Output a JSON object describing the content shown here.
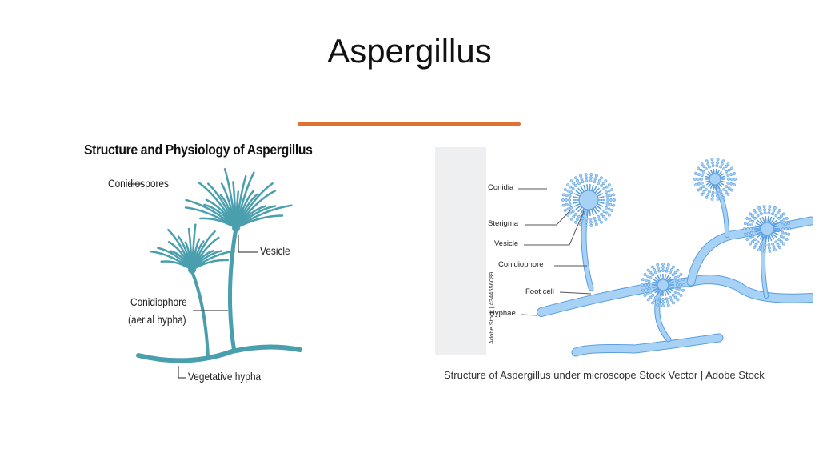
{
  "slide": {
    "title": "Aspergillus",
    "accent_color": "#e0712f"
  },
  "left_figure": {
    "heading": "Structure and Physiology of Aspergillus",
    "labels": {
      "conidiospores": "Conidiospores",
      "vesicle": "Vesicle",
      "conidiophore": "Conidiophore",
      "aerial_hypha": "(aerial hypha)",
      "vegetative_hypha": "Vegetative hypha"
    },
    "color": "#4a9fae"
  },
  "right_figure": {
    "labels": {
      "conidia": "Conidia",
      "sterigma": "Sterigma",
      "vesicle": "Vesicle",
      "conidiophore": "Conidiophore",
      "foot_cell": "Foot cell",
      "hyphae": "Hyphae"
    },
    "watermark": "Adobe Stock | #344556089",
    "caption": "Structure of Aspergillus under microscope Stock Vector | Adobe Stock",
    "color": "#a8d2f5"
  }
}
